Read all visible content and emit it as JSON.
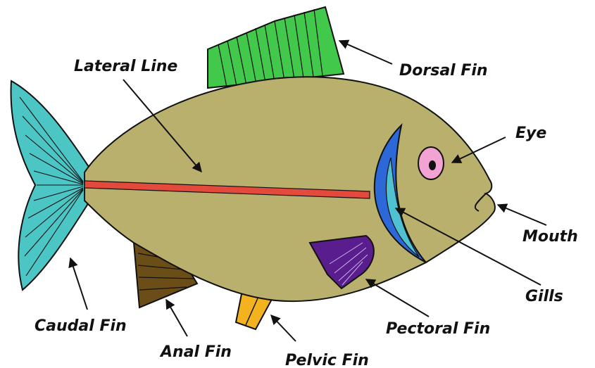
{
  "diagram": {
    "labels": {
      "lateral_line": "Lateral Line",
      "dorsal_fin": "Dorsal Fin",
      "eye": "Eye",
      "mouth": "Mouth",
      "gills": "Gills",
      "pectoral_fin": "Pectoral Fin",
      "pelvic_fin": "Pelvic Fin",
      "anal_fin": "Anal Fin",
      "caudal_fin": "Caudal Fin"
    },
    "colors": {
      "body": "#b8b06c",
      "caudal_fin": "#4cc5c5",
      "dorsal_fin": "#42c84a",
      "anal_fin": "#6b4d17",
      "pelvic_fin": "#f2b31f",
      "pectoral_fin": "#5a1d8e",
      "gill_outer": "#2c68d8",
      "gill_inner": "#4fc1d0",
      "lateral_line": "#e44a3b",
      "eye_outer": "#f2a3d4",
      "eye_pupil": "#111111",
      "outline": "#111111"
    }
  }
}
